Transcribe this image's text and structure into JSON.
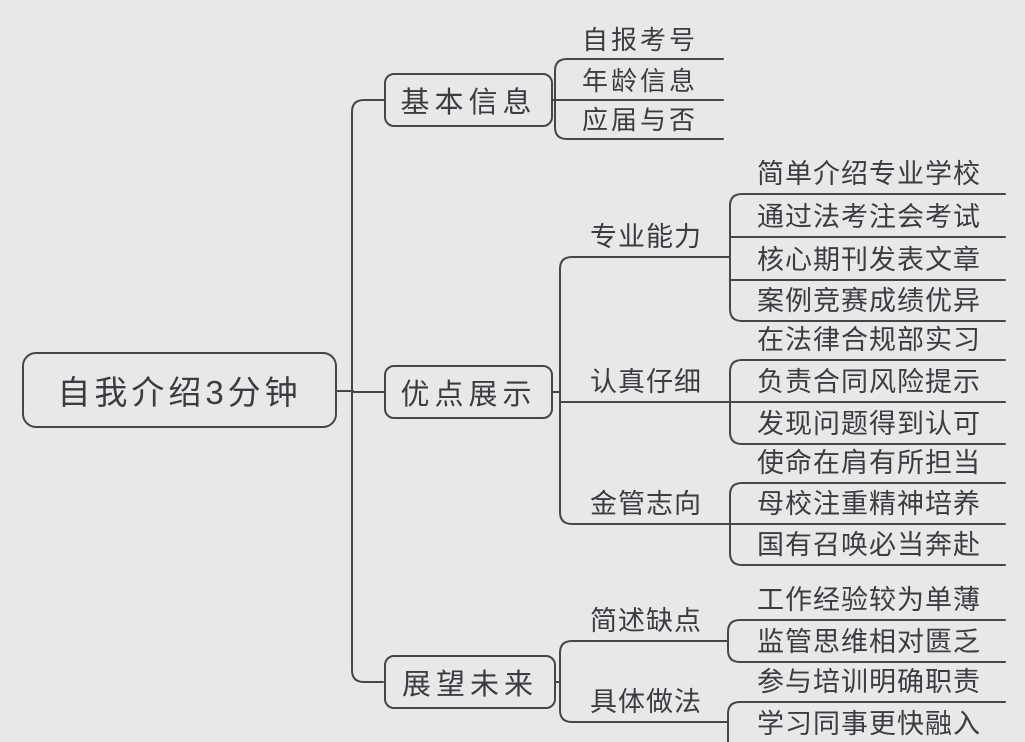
{
  "colors": {
    "background": "#e8e8e8",
    "line": "#45464c",
    "text": "#3b3c42"
  },
  "mindmap": {
    "root": {
      "label": "自我介绍3分钟"
    },
    "branches": [
      {
        "label": "基本信息",
        "items": [
          "自报考号",
          "年龄信息",
          "应届与否"
        ]
      },
      {
        "label": "优点展示",
        "groups": [
          {
            "label": "专业能力",
            "items": [
              "简单介绍专业学校",
              "通过法考注会考试",
              "核心期刊发表文章",
              "案例竞赛成绩优异"
            ]
          },
          {
            "label": "认真仔细",
            "items": [
              "在法律合规部实习",
              "负责合同风险提示",
              "发现问题得到认可"
            ]
          },
          {
            "label": "金管志向",
            "items": [
              "使命在肩有所担当",
              "母校注重精神培养",
              "国有召唤必当奔赴"
            ]
          }
        ]
      },
      {
        "label": "展望未来",
        "groups": [
          {
            "label": "简述缺点",
            "items": [
              "工作经验较为单薄",
              "监管思维相对匮乏"
            ]
          },
          {
            "label": "具体做法",
            "items": [
              "参与培训明确职责",
              "学习同事更快融入"
            ]
          }
        ]
      }
    ]
  }
}
